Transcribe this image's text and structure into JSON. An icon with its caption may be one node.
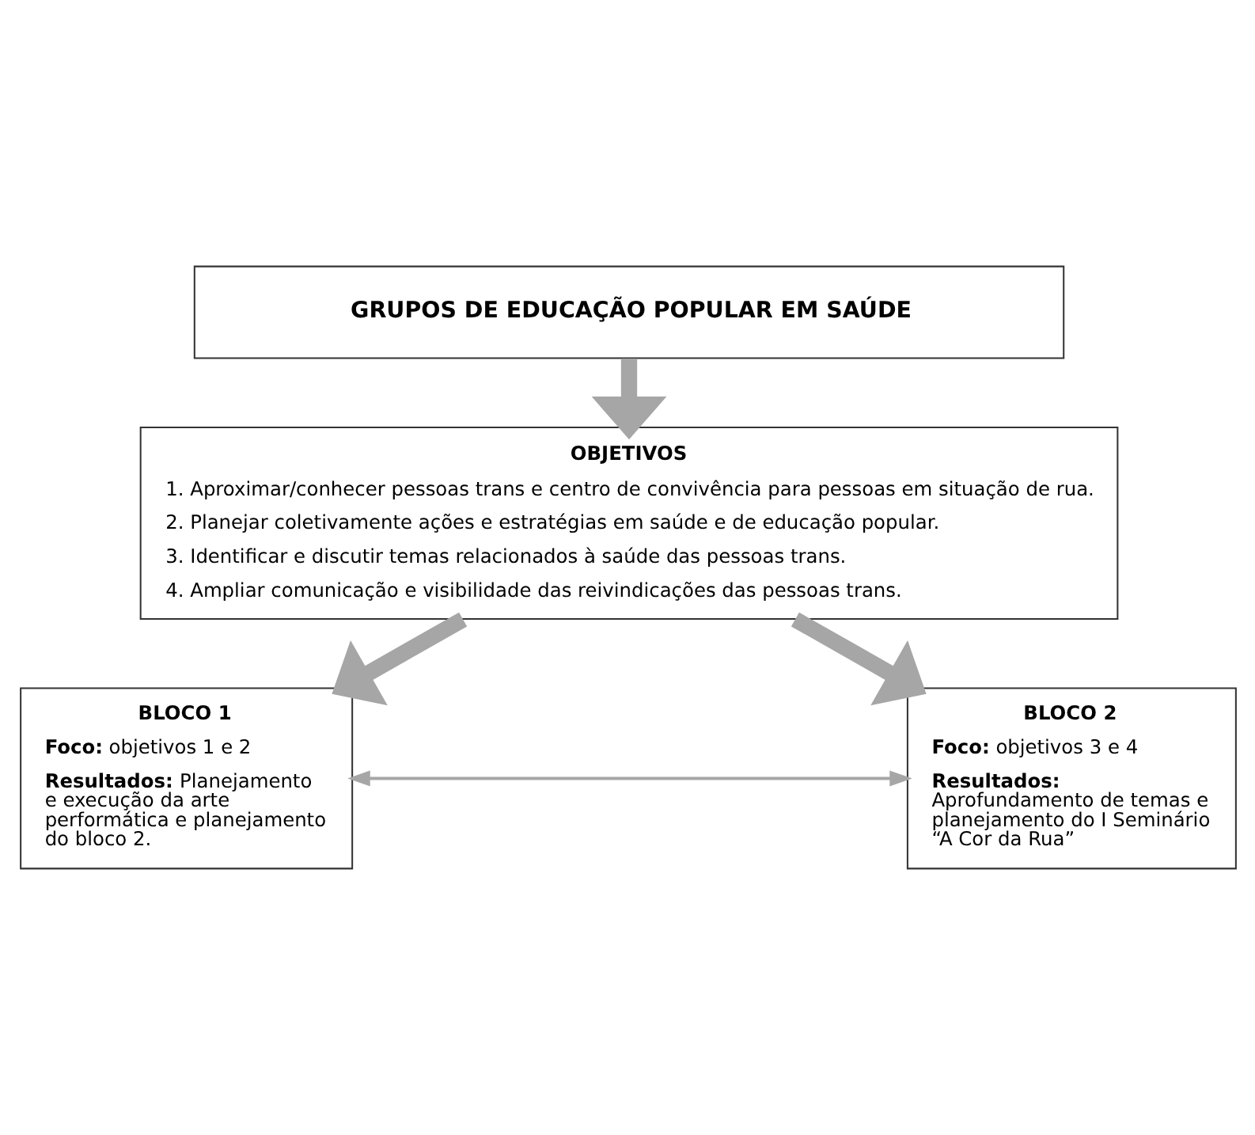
{
  "diagram": {
    "nodes": [
      {
        "text": [
          "GRUPOS DE EDUCAÇÃO POPULAR EM SAÚDE"
        ]
      },
      {
        "text": [
          "OBJETIVOS",
          "1. Aproximar/conhecer pessoas trans e centro de convivência para pessoas em situação de rua.",
          "2. Planejar coletivamente ações e estratégias em saúde e de educação popular.",
          "3. Identificar e discutir temas relacionados à saúde das pessoas trans.",
          "4. Ampliar comunicação e visibilidade das reivindicações das pessoas trans."
        ]
      },
      {
        "text": [
          "BLOCO 1",
          "**Foco:** objetivos 1 e 2",
          "**Resultados:** Planejamento e execução da arte performática e planejamento do bloco 2."
        ]
      },
      {
        "text": [
          "BLOCO 2",
          "**Foco:** objetivos 3 e 4",
          "**Resultados:** Aprofundamento de temas e planejamento do I Seminário “A Cor da Rua”"
        ]
      }
    ],
    "edges": [
      {
        "from": 0,
        "to": 1,
        "arrow": "to"
      },
      {
        "from": 1,
        "to": 2,
        "arrow": "to"
      },
      {
        "from": 1,
        "to": 3,
        "arrow": "to"
      },
      {
        "from": 2,
        "to": 3,
        "arrow": "both"
      }
    ]
  }
}
